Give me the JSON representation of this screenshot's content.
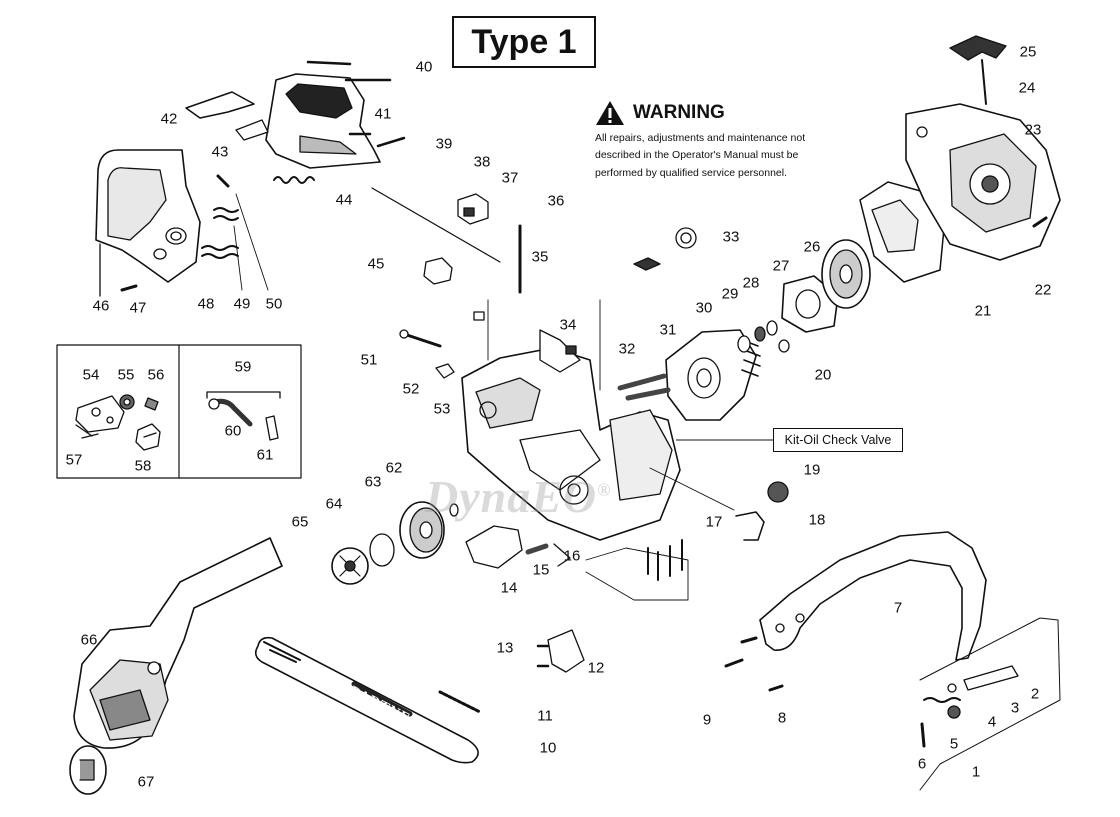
{
  "title": "Type 1",
  "warning": {
    "heading": "WARNING",
    "lines": [
      "All repairs, adjustments and maintenance not",
      "described in the Operator's Manual must be",
      "performed by qualified  service personnel."
    ]
  },
  "callout": {
    "label": "Kit-Oil Check Valve",
    "part_number": "19"
  },
  "watermark": {
    "text": "DynaEO",
    "mark": "®"
  },
  "bar_brand": "PARTNER",
  "part_numbers": [
    "1",
    "2",
    "3",
    "4",
    "5",
    "6",
    "7",
    "8",
    "9",
    "10",
    "11",
    "12",
    "13",
    "14",
    "15",
    "16",
    "17",
    "18",
    "20",
    "21",
    "22",
    "23",
    "24",
    "25",
    "26",
    "27",
    "28",
    "29",
    "30",
    "31",
    "32",
    "33",
    "34",
    "35",
    "36",
    "37",
    "38",
    "39",
    "40",
    "41",
    "42",
    "43",
    "44",
    "45",
    "46",
    "47",
    "48",
    "49",
    "50",
    "51",
    "52",
    "53",
    "54",
    "55",
    "56",
    "57",
    "58",
    "59",
    "60",
    "61",
    "62",
    "63",
    "64",
    "65",
    "66",
    "67"
  ]
}
